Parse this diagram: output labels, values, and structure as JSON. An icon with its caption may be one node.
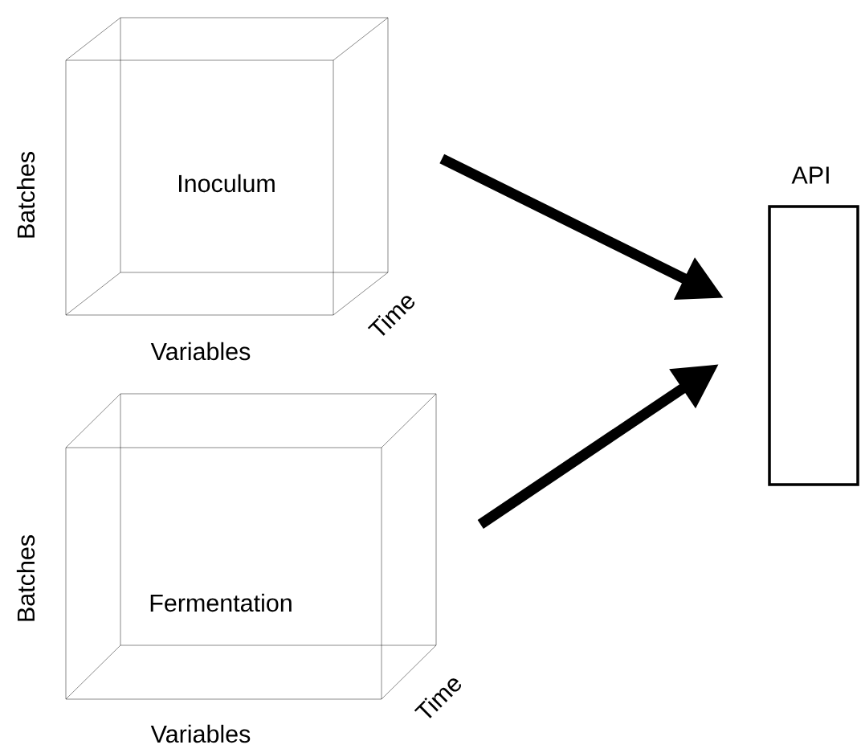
{
  "diagram": {
    "nodes": [
      {
        "text": [
          "Inoculum"
        ],
        "beside": [
          "Batches",
          "Variables",
          "Time"
        ]
      },
      {
        "text": [
          "Fermentation"
        ],
        "beside": [
          "Batches",
          "Variables",
          "Time"
        ]
      },
      {
        "text": [
          "API"
        ]
      }
    ],
    "edges": [
      {
        "from": 0,
        "to": 2,
        "arrow": "to"
      },
      {
        "from": 1,
        "to": 2,
        "arrow": "to"
      }
    ]
  }
}
